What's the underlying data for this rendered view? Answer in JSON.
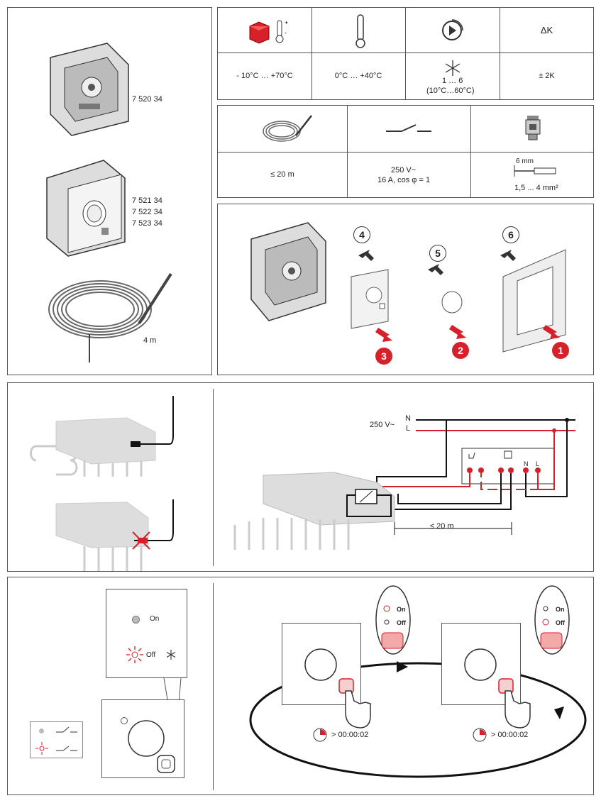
{
  "products": {
    "ref1": "7 520 34",
    "ref2": "7 521 34",
    "ref3": "7 522 34",
    "ref4": "7 523 34",
    "cable_length": "4 m"
  },
  "spec_table1": {
    "headers": [
      "thermometer-storage-icon",
      "thermometer-icon",
      "dial-icon",
      "ΔK"
    ],
    "storage_temp": "- 10°C … +70°C",
    "operating_temp": "0°C … +40°C",
    "dial_range": "1 … 6",
    "dial_temp": "(10°C…60°C)",
    "delta_k": "± 2K"
  },
  "spec_table2": {
    "cable_max": "≤ 20 m",
    "switch_voltage": "250 V~",
    "switch_rating": "16 A, cos φ = 1",
    "strip_length": "6 mm",
    "wire_section": "1,5 ... 4 mm²"
  },
  "mounting": {
    "steps": [
      "4",
      "5",
      "6"
    ],
    "red_steps": [
      "3",
      "2",
      "1"
    ]
  },
  "wiring": {
    "supply": "250 V~",
    "neutral": "N",
    "live": "L",
    "term_n": "N",
    "term_l": "L",
    "distance": "≤ 20 m",
    "colors": {
      "live": "#d6202a",
      "neutral": "#111111"
    }
  },
  "operation": {
    "on_label": "On",
    "off_label": "Off",
    "panel_on": "On",
    "panel_off": "Off",
    "timer1": "> 00:00:02",
    "timer2": "> 00:00:02"
  }
}
